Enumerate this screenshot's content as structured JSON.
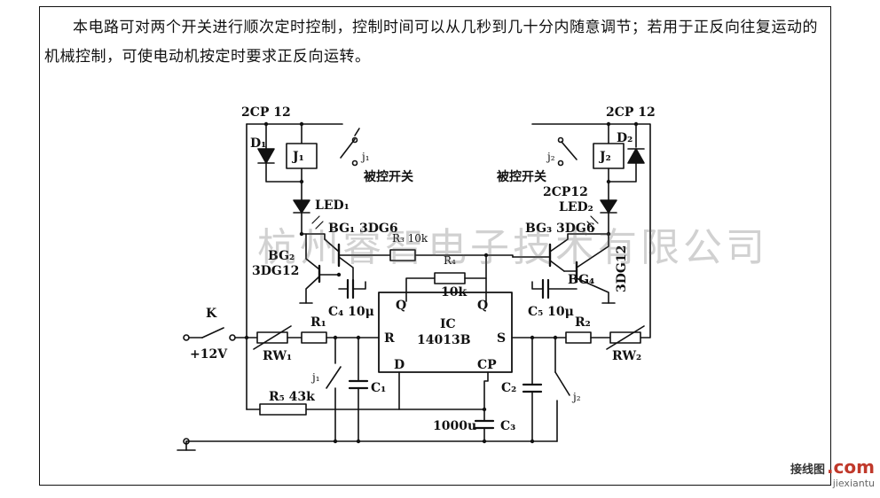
{
  "description": "本电路可对两个开关进行顺次定时控制，控制时间可以从几秒到几十分内随意调节；若用于正反向往复运动的机械控制，可使电动机按定时要求正反向运转。",
  "labels": {
    "diode_left_type": "2CP 12",
    "diode_right_type": "2CP 12",
    "d1": "D₁",
    "d2": "D₂",
    "relay1": "J₁",
    "relay2": "J₂",
    "contact_j1": "j₁",
    "contact_j2": "j₂",
    "controlled_switch_left": "被控开关",
    "controlled_switch_right": "被控开关",
    "diode_2cp12_mid": "2CP12",
    "led1": "LED₁",
    "led2": "LED₂",
    "bg1": "BG₁ 3DG6",
    "bg3": "BG₃ 3DG6",
    "bg2": "BG₂",
    "bg2_type": "3DG12",
    "bg4": "BG₄",
    "bg4_type": "3DG12",
    "r3": "R₃ 10k",
    "r4": "R₄",
    "r4_val": "10k",
    "c4": "C₄ 10μ",
    "c5": "C₅ 10μ",
    "ic_name": "IC",
    "ic_part": "14013B",
    "pin_q": "Q",
    "pin_qbar": "Q",
    "pin_r": "R",
    "pin_s": "S",
    "pin_d": "D",
    "pin_cp": "CP",
    "switch_k": "K",
    "supply": "+12V",
    "rw1": "RW₁",
    "rw2": "RW₂",
    "r1": "R₁",
    "r2": "R₂",
    "r5": "R₅ 43k",
    "c1": "C₁",
    "c2": "C₂",
    "c3_val": "1000u",
    "c3": "C₃",
    "contact_j1_low": "j₁",
    "contact_j2_low": "j₂"
  },
  "watermark": "杭州睿智电子技术有限公司",
  "logo": {
    "cn": "接线图",
    "dotcom": ".com",
    "url": "jiexiantu"
  }
}
